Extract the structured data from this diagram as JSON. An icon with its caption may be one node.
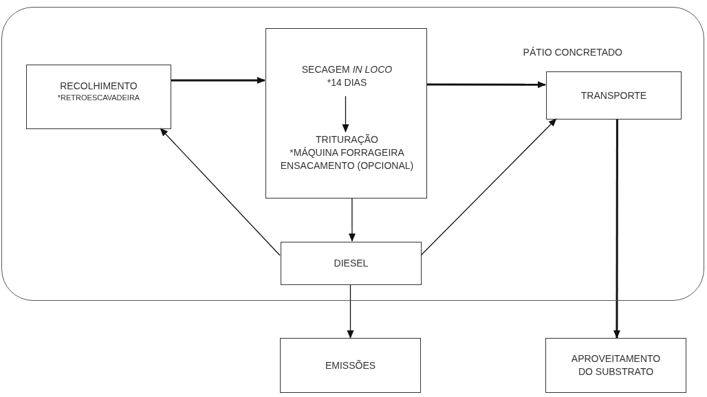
{
  "diagram": {
    "nodes": [
      {
        "text": [
          "PÁTIO CONCRETADO"
        ]
      },
      {
        "text": [
          "RECOLHIMENTO",
          "*RETROESCAVADEIRA"
        ],
        "in": 0
      },
      {
        "text": [],
        "shape": "box",
        "in": 0
      },
      {
        "text": [
          "SECAGEM *IN LOCO*",
          "*14 DIAS"
        ],
        "in": 2
      },
      {
        "text": [
          "TRITURAÇÃO",
          "*MÁQUINA FORRAGEIRA",
          "ENSACAMENTO (OPCIONAL)"
        ],
        "in": 2
      },
      {
        "text": [
          "TRANSPORTE"
        ],
        "in": 0
      },
      {
        "text": [
          "DIESEL"
        ],
        "in": 0
      },
      {
        "text": [
          "EMISSÕES"
        ]
      },
      {
        "text": [
          "APROVEITAMENTO DO SUBSTRATO"
        ]
      }
    ],
    "edges": [
      {
        "from": 1,
        "to": 2,
        "arrow": "to",
        "style": "thick"
      },
      {
        "from": 2,
        "to": 5,
        "arrow": "to",
        "style": "thick"
      },
      {
        "from": 3,
        "to": 4,
        "arrow": "to"
      },
      {
        "from": 2,
        "to": 6,
        "arrow": "to"
      },
      {
        "from": 6,
        "to": 1,
        "arrow": "to"
      },
      {
        "from": 6,
        "to": 5,
        "arrow": "to"
      },
      {
        "from": 6,
        "to": 7,
        "arrow": "to"
      },
      {
        "from": 5,
        "to": 8,
        "arrow": "to",
        "style": "thick"
      }
    ]
  }
}
